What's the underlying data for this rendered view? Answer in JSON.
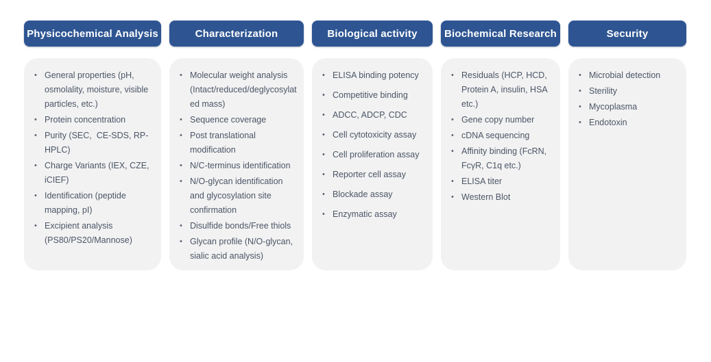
{
  "colors": {
    "header_background": "#2e5592",
    "header_text": "#ffffff",
    "panel_background": "#f2f2f3",
    "body_text": "#4b5564"
  },
  "columns": [
    {
      "title": "Physicochemical Analysis",
      "items": [
        "General properties (pH, osmolality, moisture, visible particles, etc.)",
        "Protein concentration",
        "Purity (SEC,  CE-SDS, RP-HPLC)",
        "Charge Variants (IEX, CZE, iCIEF)",
        "Identification (peptide mapping, pI)",
        "Excipient analysis (PS80/PS20/Mannose)"
      ]
    },
    {
      "title": "Characterization",
      "items": [
        "Molecular weight analysis (Intact/reduced/deglycosylated mass)",
        "Sequence coverage",
        "Post translational modification",
        "N/C-terminus identification",
        "N/O-glycan identification and glycosylation site confirmation",
        "Disulfide bonds/Free thiols",
        "Glycan profile (N/O-glycan, sialic acid analysis)"
      ]
    },
    {
      "title": "Biological activity",
      "items": [
        "ELISA binding potency",
        "Competitive binding",
        "ADCC, ADCP, CDC",
        "Cell cytotoxicity assay",
        "Cell proliferation assay",
        "Reporter cell assay",
        "Blockade assay",
        "Enzymatic assay"
      ]
    },
    {
      "title": "Biochemical Research",
      "items": [
        "Residuals (HCP, HCD, Protein A, insulin, HSA etc.)",
        "Gene copy number",
        "cDNA sequencing",
        "Affinity binding (FcRN, FcγR, C1q etc.)",
        "ELISA titer",
        "Western Blot"
      ]
    },
    {
      "title": "Security",
      "items": [
        "Microbial detection",
        "Sterility",
        "Mycoplasma",
        "Endotoxin"
      ]
    }
  ]
}
